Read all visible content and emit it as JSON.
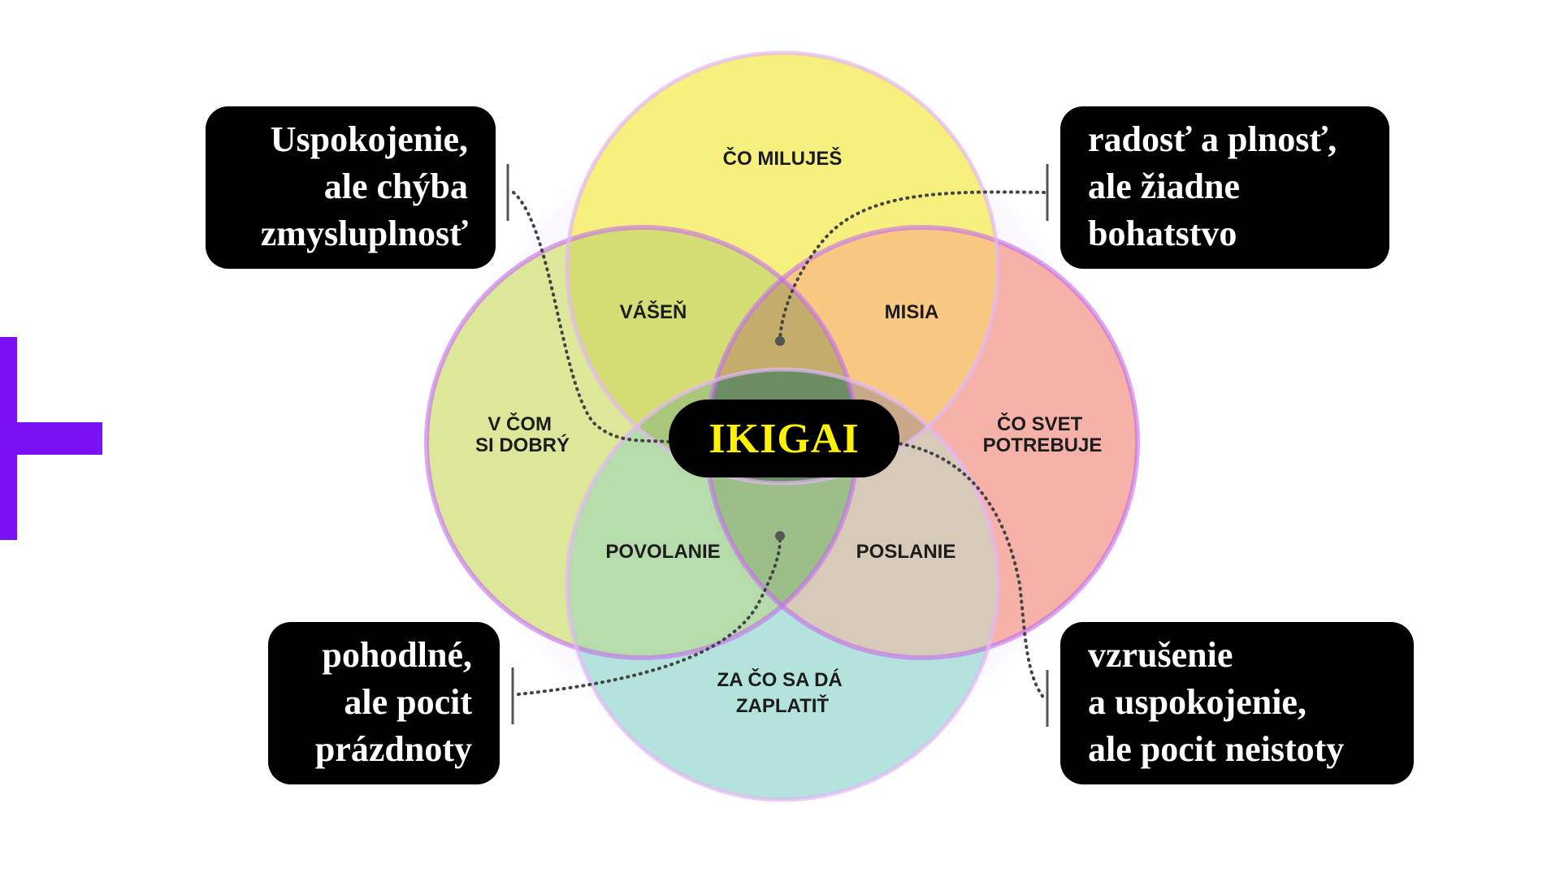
{
  "diagram": {
    "center_label": "IKIGAI",
    "circles": [
      {
        "id": "top",
        "label_lines": [
          "ČO MILUJEŠ"
        ],
        "color": "#f7ef7e"
      },
      {
        "id": "left",
        "label_lines": [
          "V ČOM",
          "SI DOBRÝ"
        ],
        "color": "#dde79a"
      },
      {
        "id": "right",
        "label_lines": [
          "ČO SVET",
          "POTREBUJE"
        ],
        "color": "#f6b1a8"
      },
      {
        "id": "bottom",
        "label_lines": [
          "ZA ČO SA DÁ",
          "ZAPLATIŤ"
        ],
        "color": "#b4e2dc"
      }
    ],
    "overlaps": [
      {
        "id": "passion",
        "label": "VÁŠEŇ",
        "color": "#d5de74"
      },
      {
        "id": "mission",
        "label": "MISIA",
        "color": "#f9c984"
      },
      {
        "id": "profession",
        "label": "POVOLANIE",
        "color": "#b6dcab"
      },
      {
        "id": "vocation",
        "label": "POSLANIE",
        "color": "#d7cab9"
      }
    ],
    "accent_color": "#c46cf0"
  },
  "callouts": {
    "top_left": {
      "lines": [
        "Uspokojenie,",
        "ale chýba",
        "zmysluplnosť"
      ]
    },
    "top_right": {
      "lines": [
        "radosť a plnosť,",
        "ale žiadne",
        "bohatstvo"
      ]
    },
    "bottom_left": {
      "lines": [
        "pohodlné,",
        "ale pocit",
        "prázdnoty"
      ]
    },
    "bottom_right": {
      "lines": [
        "vzrušenie",
        "a uspokojenie,",
        "ale pocit neistoty"
      ]
    }
  },
  "brand": {
    "accent": "#7c10f5"
  }
}
